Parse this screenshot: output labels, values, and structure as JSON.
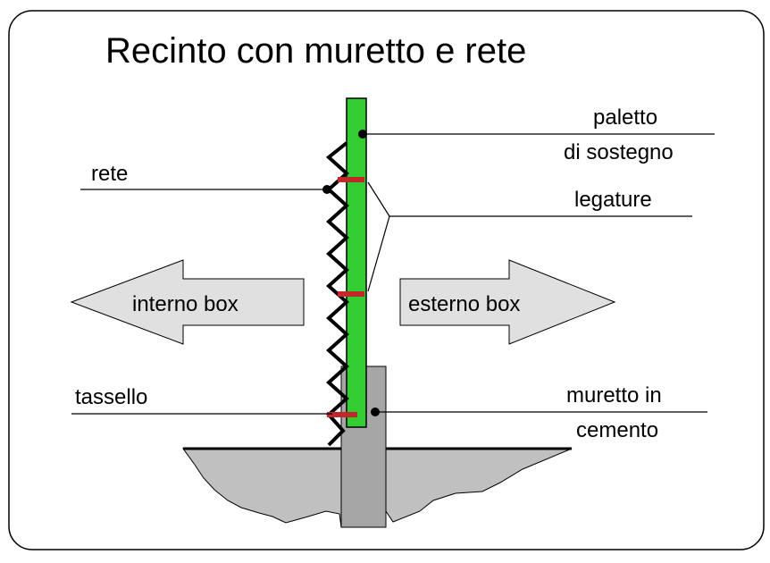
{
  "title": "Recinto con muretto e rete",
  "labels": {
    "paletto_line1": "paletto",
    "paletto_line2": "di sostegno",
    "rete": "rete",
    "legature": "legature",
    "interno": "interno box",
    "esterno": "esterno box",
    "tassello": "tassello",
    "muretto_line1": "muretto in",
    "muretto_line2": "cemento"
  },
  "colors": {
    "post": "#33cc33",
    "wall": "#a6a6a6",
    "ground": "#c0c0c0",
    "arrow_fill": "#e0e0e0",
    "ties": "#c0282a",
    "mesh": "#000000"
  }
}
